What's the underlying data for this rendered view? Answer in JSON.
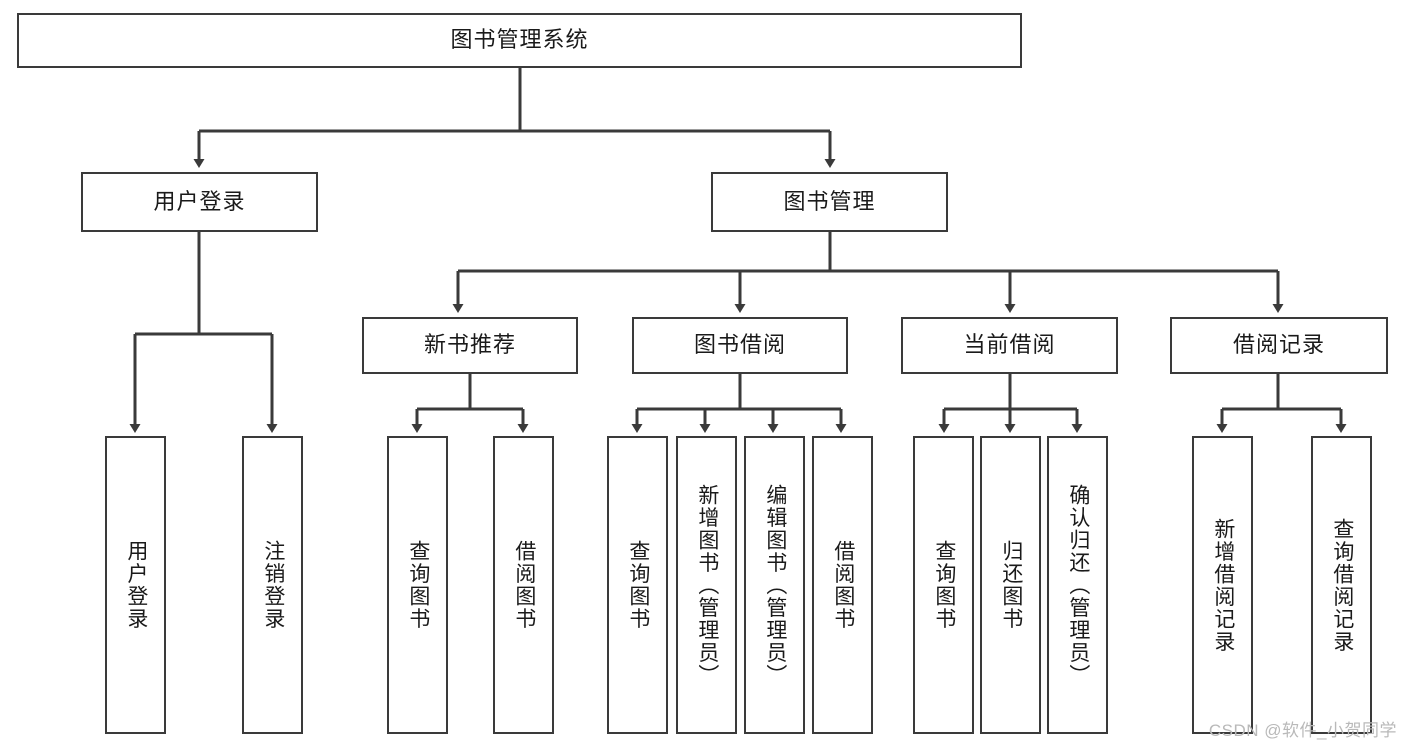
{
  "diagram": {
    "title_node": {
      "label": "图书管理系统"
    },
    "level2": [
      {
        "id": "user-login",
        "label": "用户登录"
      },
      {
        "id": "book-management",
        "label": "图书管理"
      }
    ],
    "level3": [
      {
        "id": "new-book-recommend",
        "label": "新书推荐"
      },
      {
        "id": "book-borrow",
        "label": "图书借阅"
      },
      {
        "id": "current-borrow",
        "label": "当前借阅"
      },
      {
        "id": "borrow-record",
        "label": "借阅记录"
      }
    ],
    "leaves": {
      "user_login": [
        {
          "id": "leaf-user-login",
          "label": "用户登录"
        },
        {
          "id": "leaf-logout-login",
          "label": "注销登录"
        }
      ],
      "new_book_recommend": [
        {
          "id": "leaf-query-book-1",
          "label": "查询图书"
        },
        {
          "id": "leaf-borrow-book-1",
          "label": "借阅图书"
        }
      ],
      "book_borrow": [
        {
          "id": "leaf-query-book-2",
          "label": "查询图书"
        },
        {
          "id": "leaf-add-book",
          "label": "新增图书（管理员）"
        },
        {
          "id": "leaf-edit-book",
          "label": "编辑图书（管理员）"
        },
        {
          "id": "leaf-borrow-book-2",
          "label": "借阅图书"
        }
      ],
      "current_borrow": [
        {
          "id": "leaf-query-book-3",
          "label": "查询图书"
        },
        {
          "id": "leaf-return-book",
          "label": "归还图书"
        },
        {
          "id": "leaf-confirm-return",
          "label": "确认归还（管理员）"
        }
      ],
      "borrow_record": [
        {
          "id": "leaf-add-record",
          "label": "新增借阅记录"
        },
        {
          "id": "leaf-query-record",
          "label": "查询借阅记录"
        }
      ]
    },
    "watermark": "CSDN @软件_小贺同学",
    "colors": {
      "stroke": "#3a3a3a",
      "box_fill": "#ffffff",
      "text": "#1a1a1a",
      "watermark": "#b9b9b9",
      "background": "#ffffff"
    }
  }
}
